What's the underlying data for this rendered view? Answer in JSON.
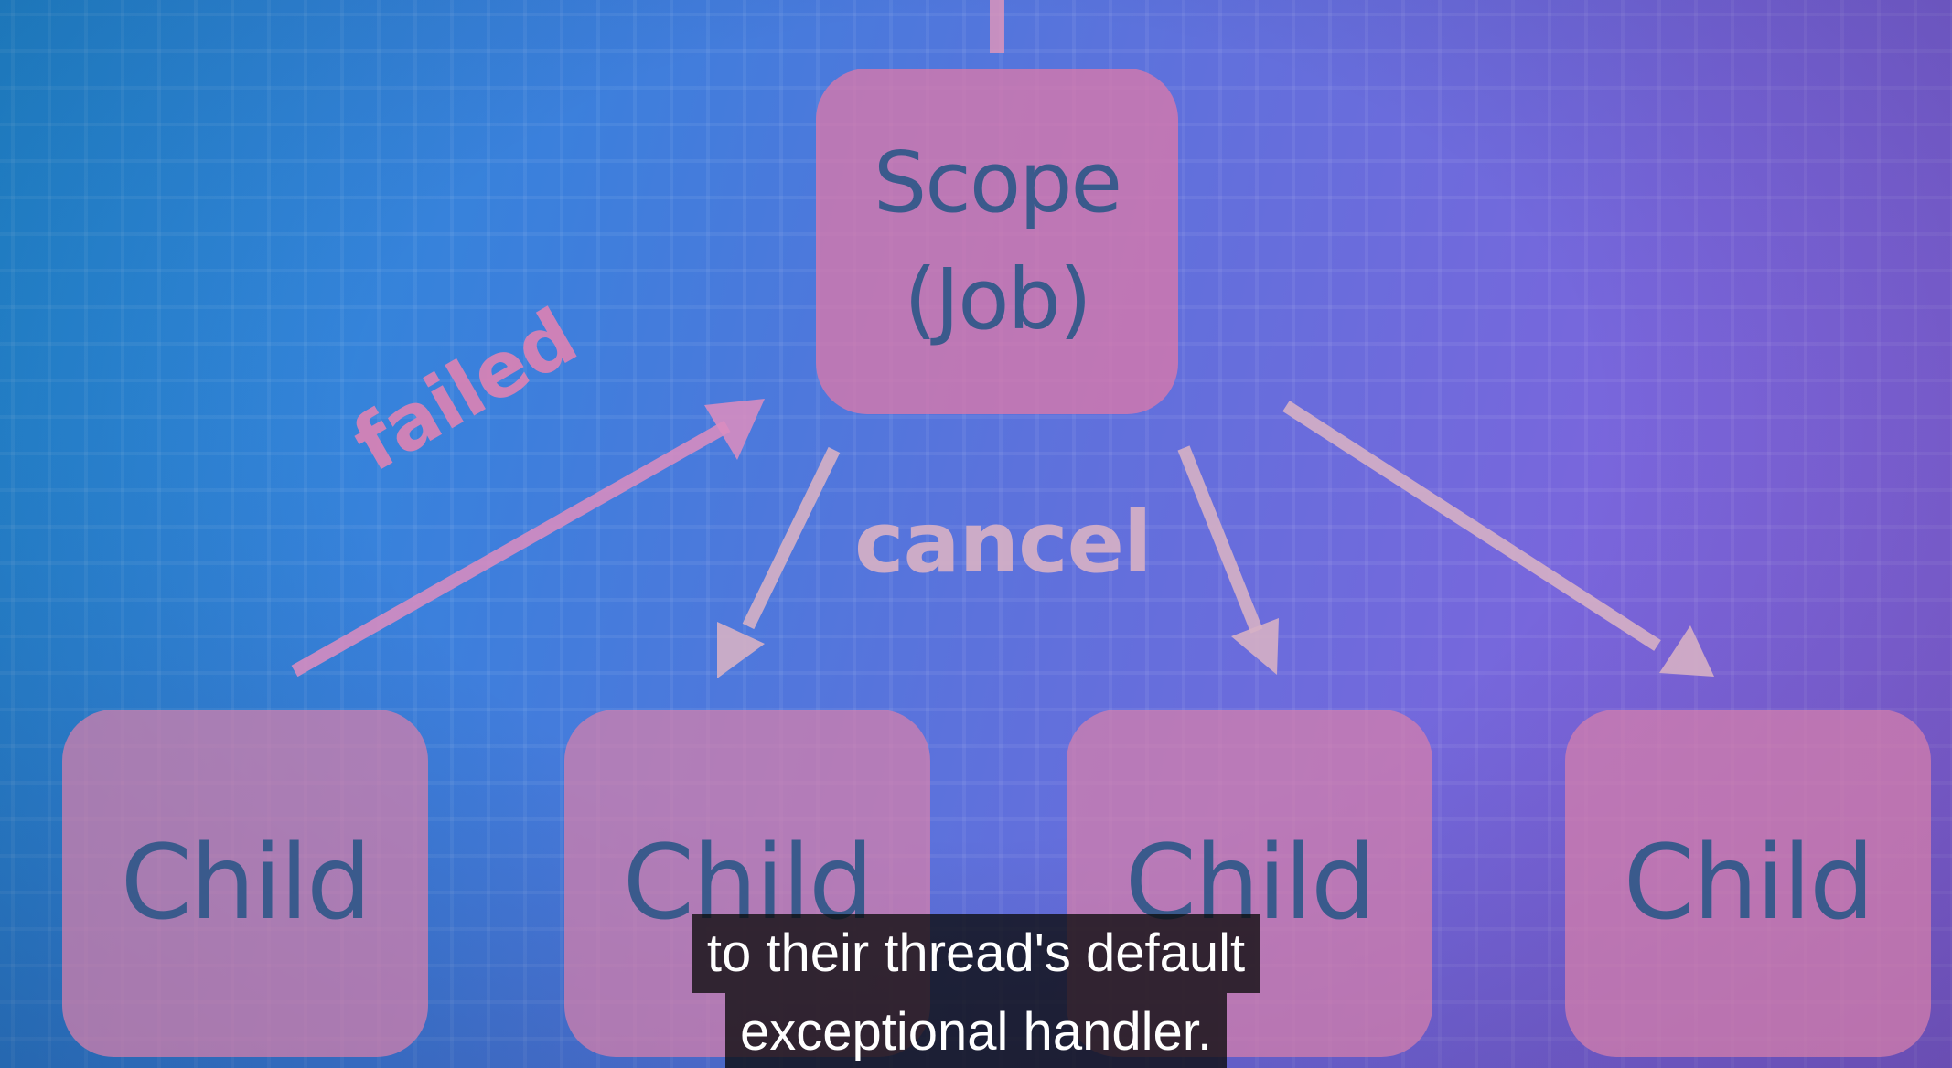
{
  "diagram": {
    "scope_node": {
      "line1": "Scope",
      "line2": "(Job)"
    },
    "children": [
      {
        "label": "Child"
      },
      {
        "label": "Child"
      },
      {
        "label": "Child"
      },
      {
        "label": "Child"
      }
    ],
    "edge_labels": {
      "failed": "failed",
      "cancel": "cancel"
    },
    "colors": {
      "node_fill": "#d878aa",
      "node_text": "#3a5a8c",
      "failed_arrow": "#d98cbf",
      "cancel_arrow": "#d6b0c4",
      "background_left": "#1f8fd6",
      "background_right": "#8a64dc"
    }
  },
  "subtitles": {
    "line1": "to their thread's default",
    "line2": "exceptional handler."
  }
}
